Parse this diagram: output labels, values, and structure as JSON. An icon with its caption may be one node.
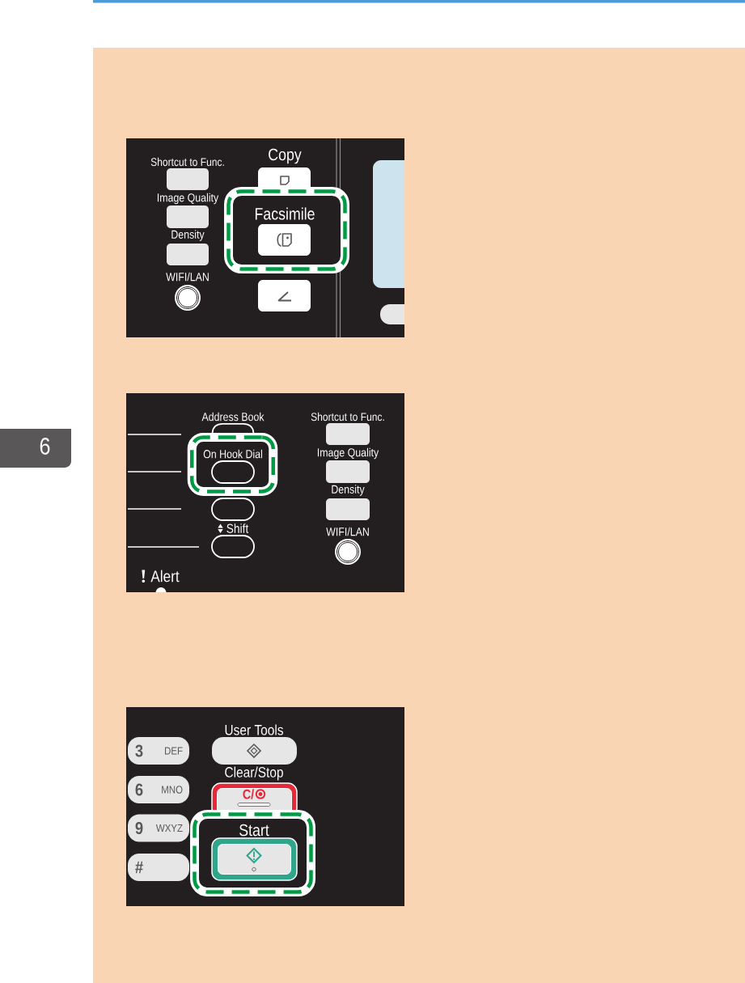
{
  "diagram": {
    "nodes": [
      {
        "text": [
          "Facsimile"
        ]
      },
      {
        "text": [
          "6"
        ]
      },
      {
        "text": [
          "On Hook Dial"
        ]
      },
      {
        "text": [
          "3",
          "DEF"
        ]
      },
      {
        "text": [
          "6",
          "MNO"
        ]
      },
      {
        "text": [
          "9",
          "WXYZ"
        ]
      },
      {
        "text": [
          "#"
        ]
      },
      {
        "text": [
          "C/"
        ]
      },
      {
        "text": [
          "Start"
        ]
      }
    ],
    "labels": [
      "Shortcut to Func.",
      "Image Quality",
      "Density",
      "WIFI/LAN",
      "Copy",
      "Address Book",
      "Shift",
      "Alert",
      "Shortcut to Func.",
      "Image Quality",
      "Density",
      "WIFI/LAN",
      "User Tools",
      "Clear/Stop"
    ]
  }
}
